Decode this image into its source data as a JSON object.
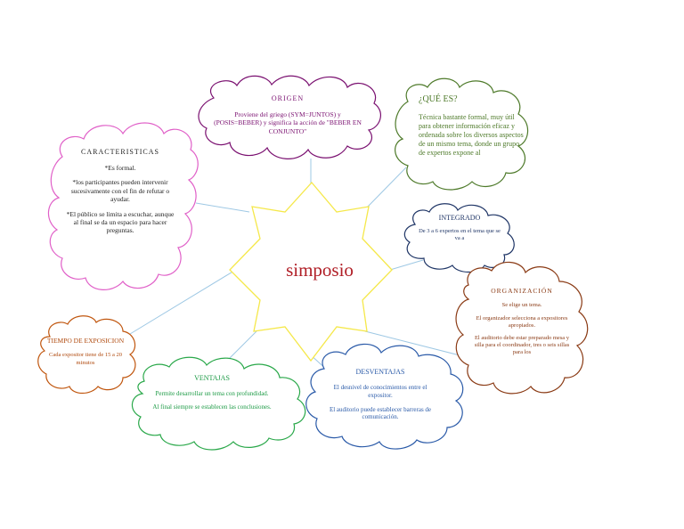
{
  "center": {
    "title": "simposio"
  },
  "origen": {
    "title": "ORIGEN",
    "body": "Proviene del griego (SYM=JUNTOS) y (POSIS=BEBER) y significa la acción de \"BEBER EN CONJUNTO\""
  },
  "que_es": {
    "title": "¿QUÉ ES?",
    "body": "Técnica bastante formal, muy útil para obtener información eficaz y ordenada sobre los diversos aspectos de un mismo tema, donde un grupo de expertos expone al"
  },
  "caracteristicas": {
    "title": "CARACTERISTICAS",
    "items": [
      "*Es formal.",
      "*los participantes pueden intervenir sucesivamente con el fin de refutar o ayudar.",
      "*El público se limita a escuchar, aunque al final se da un espacio para hacer preguntas."
    ]
  },
  "integrado": {
    "title": "INTEGRADO",
    "body": "De 3 a 6 expertos en el tema que se va a"
  },
  "organizacion": {
    "title": "ORGANIZACIÓN",
    "items": [
      "Se elige un tema.",
      "El organizador selecciona a expositores apropiados.",
      "El auditorio debe estar preparado mesa y silla para el coordinador, tres o seis sillas para los"
    ]
  },
  "tiempo": {
    "title": "TIEMPO DE EXPOSICION",
    "body": "Cada expositor tiene de 15 a 20 minutos"
  },
  "ventajas": {
    "title": "VENTAJAS",
    "items": [
      "Permite desarrollar un tema con profundidad.",
      "Al final siempre se establecen las conclusiones."
    ]
  },
  "desventajas": {
    "title": "DESVENTAJAS",
    "items": [
      "El desnivel de conocimientos entre el expositor.",
      "El auditorio puede establecer barreras de comunicación."
    ]
  },
  "colors": {
    "star": "#f5e84a",
    "origen": "#7a1070",
    "que_es": "#4e7a2a",
    "caracteristicas": "#e060c8",
    "integrado": "#1f3566",
    "organizacion": "#8a3a14",
    "tiempo": "#c0560e",
    "ventajas": "#2aa84a",
    "desventajas": "#2a5aa8",
    "connector": "#9ec8e4",
    "center_text": "#b01e26"
  }
}
